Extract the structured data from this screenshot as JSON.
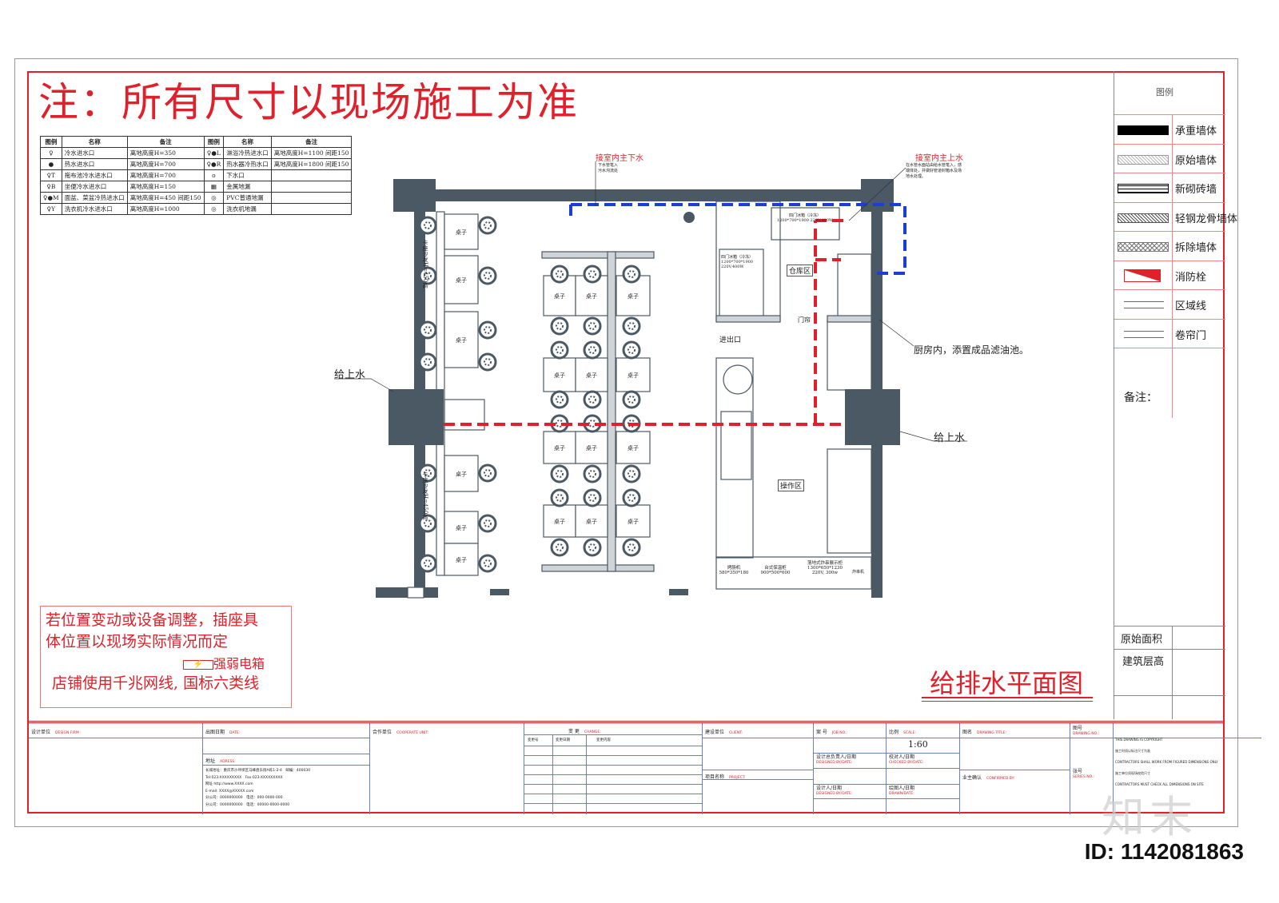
{
  "title": "注：所有尺寸以现场施工为准",
  "legend_table": {
    "headers": [
      "图例",
      "名称",
      "备注",
      "图例",
      "名称",
      "备注"
    ],
    "rows": [
      [
        "♀",
        "冷水进水口",
        "离地高度H=350",
        "♀●L",
        "淋浴冷热进水口",
        "离地高度H=1100 间距150"
      ],
      [
        "●",
        "热水进水口",
        "离地高度H=700",
        "♀●R",
        "热水器冷热水口",
        "离地高度H=1800 间距150"
      ],
      [
        "♀T",
        "拖布池冷水进水口",
        "离地高度H=700",
        "o",
        "下水口",
        ""
      ],
      [
        "♀B",
        "坐便冷水进水口",
        "离地高度H=150",
        "▦",
        "金属地漏",
        ""
      ],
      [
        "♀●M",
        "面盆、菜盆冷热进水口",
        "离地高度H=450 间距150",
        "◎",
        "PVC普通地漏",
        ""
      ],
      [
        "♀Y",
        "洗衣机冷水进水口",
        "离地高度H=1000",
        "◎",
        "洗衣机地漏",
        ""
      ]
    ]
  },
  "right_legend": {
    "header": "图例",
    "items": [
      "承重墙体",
      "原始墙体",
      "新砌砖墙",
      "轻钢龙骨墙体",
      "拆除墙体",
      "消防栓",
      "区域线",
      "卷帘门"
    ],
    "remarks_label": "备注：",
    "original_area": "原始面积",
    "building_height": "建筑层高"
  },
  "plan": {
    "water_supply_left": "给上水",
    "water_supply_right": "给上水",
    "main_drain": "接室内主下水",
    "main_drain_note": "下水管笔入 污水沟流处",
    "main_supply": "接室内主上水",
    "main_supply_note": "在水管水面站由给水管笔入，感端体处，并做好管道封箱水及场地水处理。",
    "kitchen_note": "厨房内，添置成品滤油池。",
    "entrance": "进出口",
    "storage": "仓库区",
    "operation": "操作区",
    "curtain": "门帘",
    "table_label": "桌子",
    "fridge1": "四门冰箱（冷冻） 1200*700*1900 220V,400W",
    "fridge2": "四门冰箱（冷冻） 1200*700*1900 220V,400W",
    "roaster": "烤肠机 580*350*180",
    "warmer": "台式保温柜 900*500*600",
    "display": "落地式炸串展示柜 1300*650*1230 220V, 300w",
    "bench": "卡座沙发H=450高",
    "shelf": "炸串机"
  },
  "drawing_title": "给排水平面图",
  "note": {
    "line1": "若位置变动或设备调整，插座具",
    "line2": "体位置以现场实际情况而定",
    "box_label": "强弱电箱",
    "line3": "店铺使用千兆网线, 国标六类线"
  },
  "title_block": {
    "design_firm": "设计单位",
    "design_firm_en": "DESIGN FIRM :",
    "date": "出图日期",
    "date_en": "DATE:",
    "address": "地址",
    "address_en": "ADRESS:",
    "address_lines": [
      "长城地址：重庆市沙坪坝区马峰盘东街A栋1-2-4　邮编：400030",
      "Tel:023-XXXXXXXXX　Fax:023-XXXXXXXXX",
      "网址 http://www.XXXX.com",
      "E-mail: XXXX@XXXXX.com",
      "分公司：0000000000　电话：000-0000-000",
      "分公司：0000000000　电话：00000-0000-0000"
    ],
    "cooperate": "合作单位",
    "cooperate_en": "COOPERATE UNIT:",
    "change": "变 更",
    "change_en": "CHANGE:",
    "change_cols": [
      "变更号",
      "变更日期",
      "变更内容"
    ],
    "client": "建设单位",
    "client_en": "CLIENT:",
    "project": "项目名称",
    "project_en": "PROJECT:",
    "job": "案 号",
    "job_en": "JOB NO.:",
    "scale": "比例",
    "scale_en": "SCALE:",
    "scale_value": "1:60",
    "designer_lead": "设计总负责人/日期",
    "designer_lead_en": "DESIGNED BY/DATE:",
    "checked": "校对人/日期",
    "checked_en": "CHECKED BY/DATE:",
    "designer": "设计人/日期",
    "designer_en": "DESIGNED BY/DATE:",
    "drawn": "绘图人/日期",
    "drawn_en": "DRAWN/DATE:",
    "drawing_title": "图名",
    "drawing_title_en": "DRAWING TITLE:",
    "confirmed": "业主确认",
    "confirmed_en": "CONFIRMED BY:",
    "drawing_no": "图号",
    "drawing_no_en": "DRAWING NO.:",
    "series": "张号",
    "series_en": "SERIES NO.:",
    "copyright": [
      "THIS DRAWING IS COPYRIGHT",
      "施工时须以标注尺寸为准",
      "CONTRACTORS SHALL WORK FROM FIGURED DIMENSIONS ONLY",
      "施工单位须现场校验尺寸",
      "CONTRACTORS MUST CHECK ALL DIMENSIONS ON SITE"
    ]
  },
  "logo": "知末",
  "id_label": "ID: 1142081863",
  "colors": {
    "red": "#e0202a",
    "blue": "#1a3fd6",
    "wall": "#4a5963"
  }
}
